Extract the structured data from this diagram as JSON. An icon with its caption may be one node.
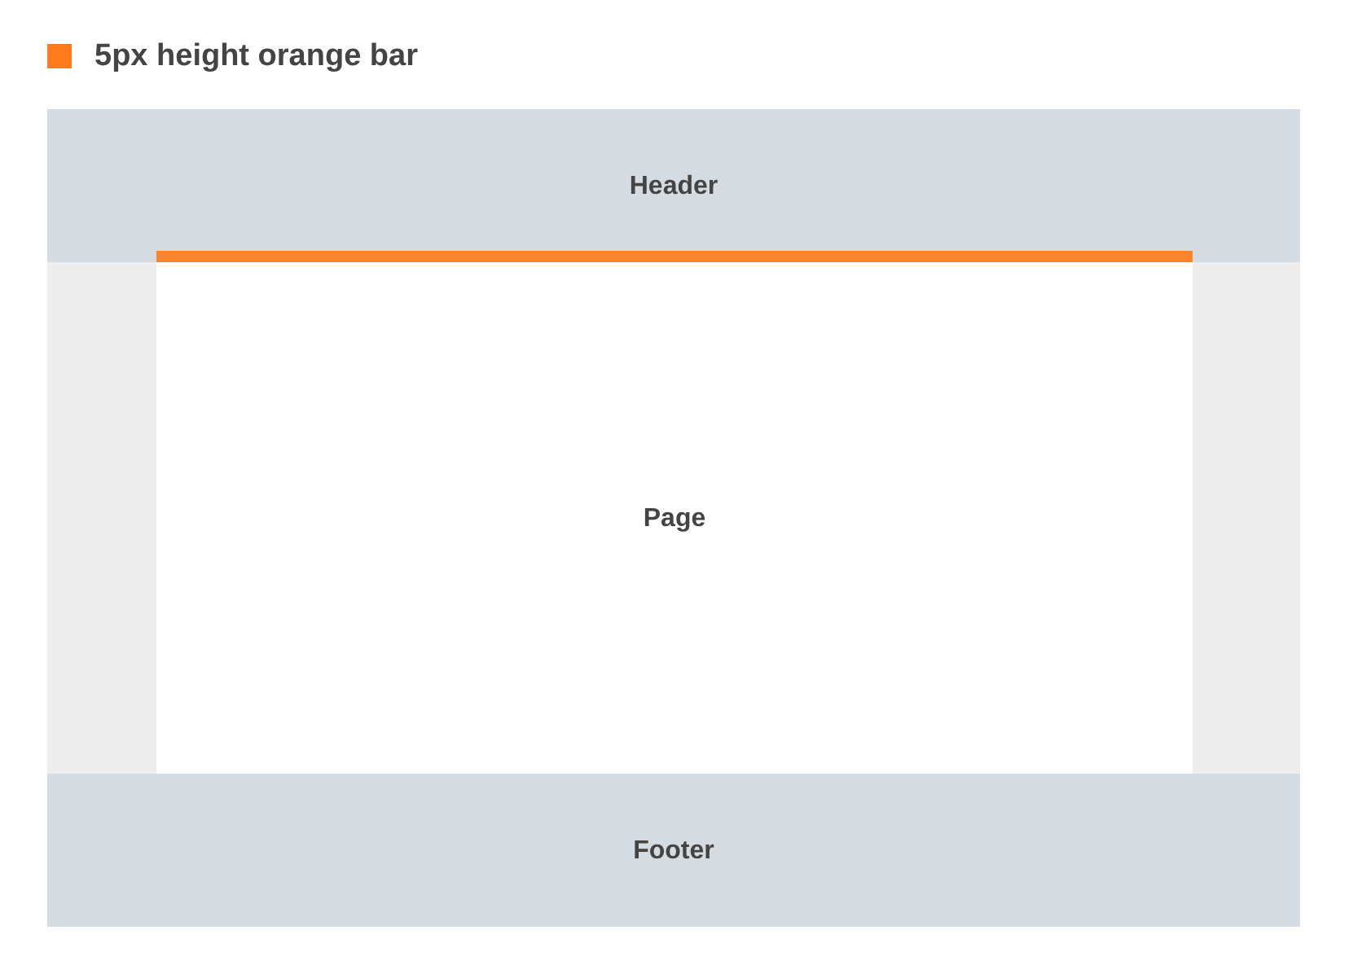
{
  "diagram": {
    "nodes": [
      {
        "text": [
          "Header"
        ]
      },
      {
        "text": [],
        "shape": "box"
      },
      {
        "text": [
          "Page"
        ]
      },
      {
        "text": [],
        "shape": "box"
      },
      {
        "text": [
          "Footer"
        ]
      }
    ],
    "legend": [
      {
        "text": "5px height orange bar",
        "color": "#ff7b1c"
      }
    ]
  }
}
